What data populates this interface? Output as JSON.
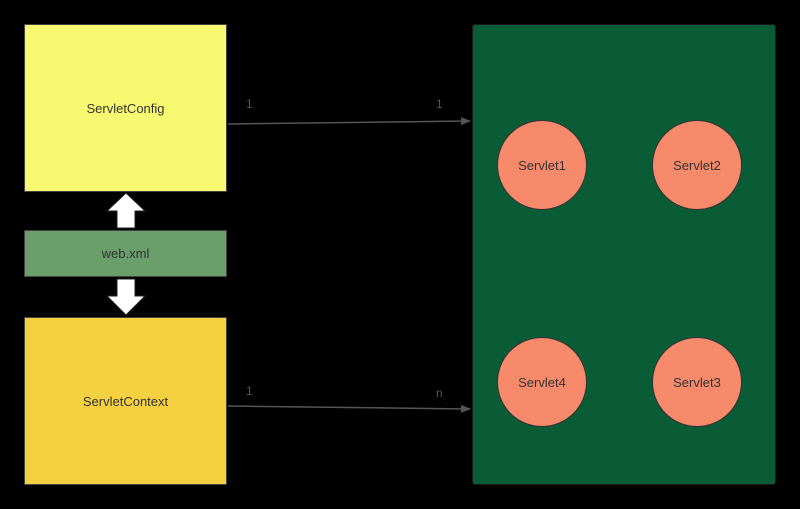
{
  "boxes": {
    "servlet_config": "ServletConfig",
    "web_xml": "web.xml",
    "servlet_context": "ServletContext"
  },
  "servlets": [
    "Servlet1",
    "Servlet2",
    "Servlet3",
    "Servlet4"
  ],
  "relations": {
    "config_source": "1",
    "config_target": "1",
    "context_source": "1",
    "context_target": "n"
  },
  "colors": {
    "servlet_config": "#f9f871",
    "web_xml": "#6a9e6a",
    "servlet_context": "#f5d142",
    "container": "#0a5c36",
    "servlet": "#f68a6a"
  }
}
